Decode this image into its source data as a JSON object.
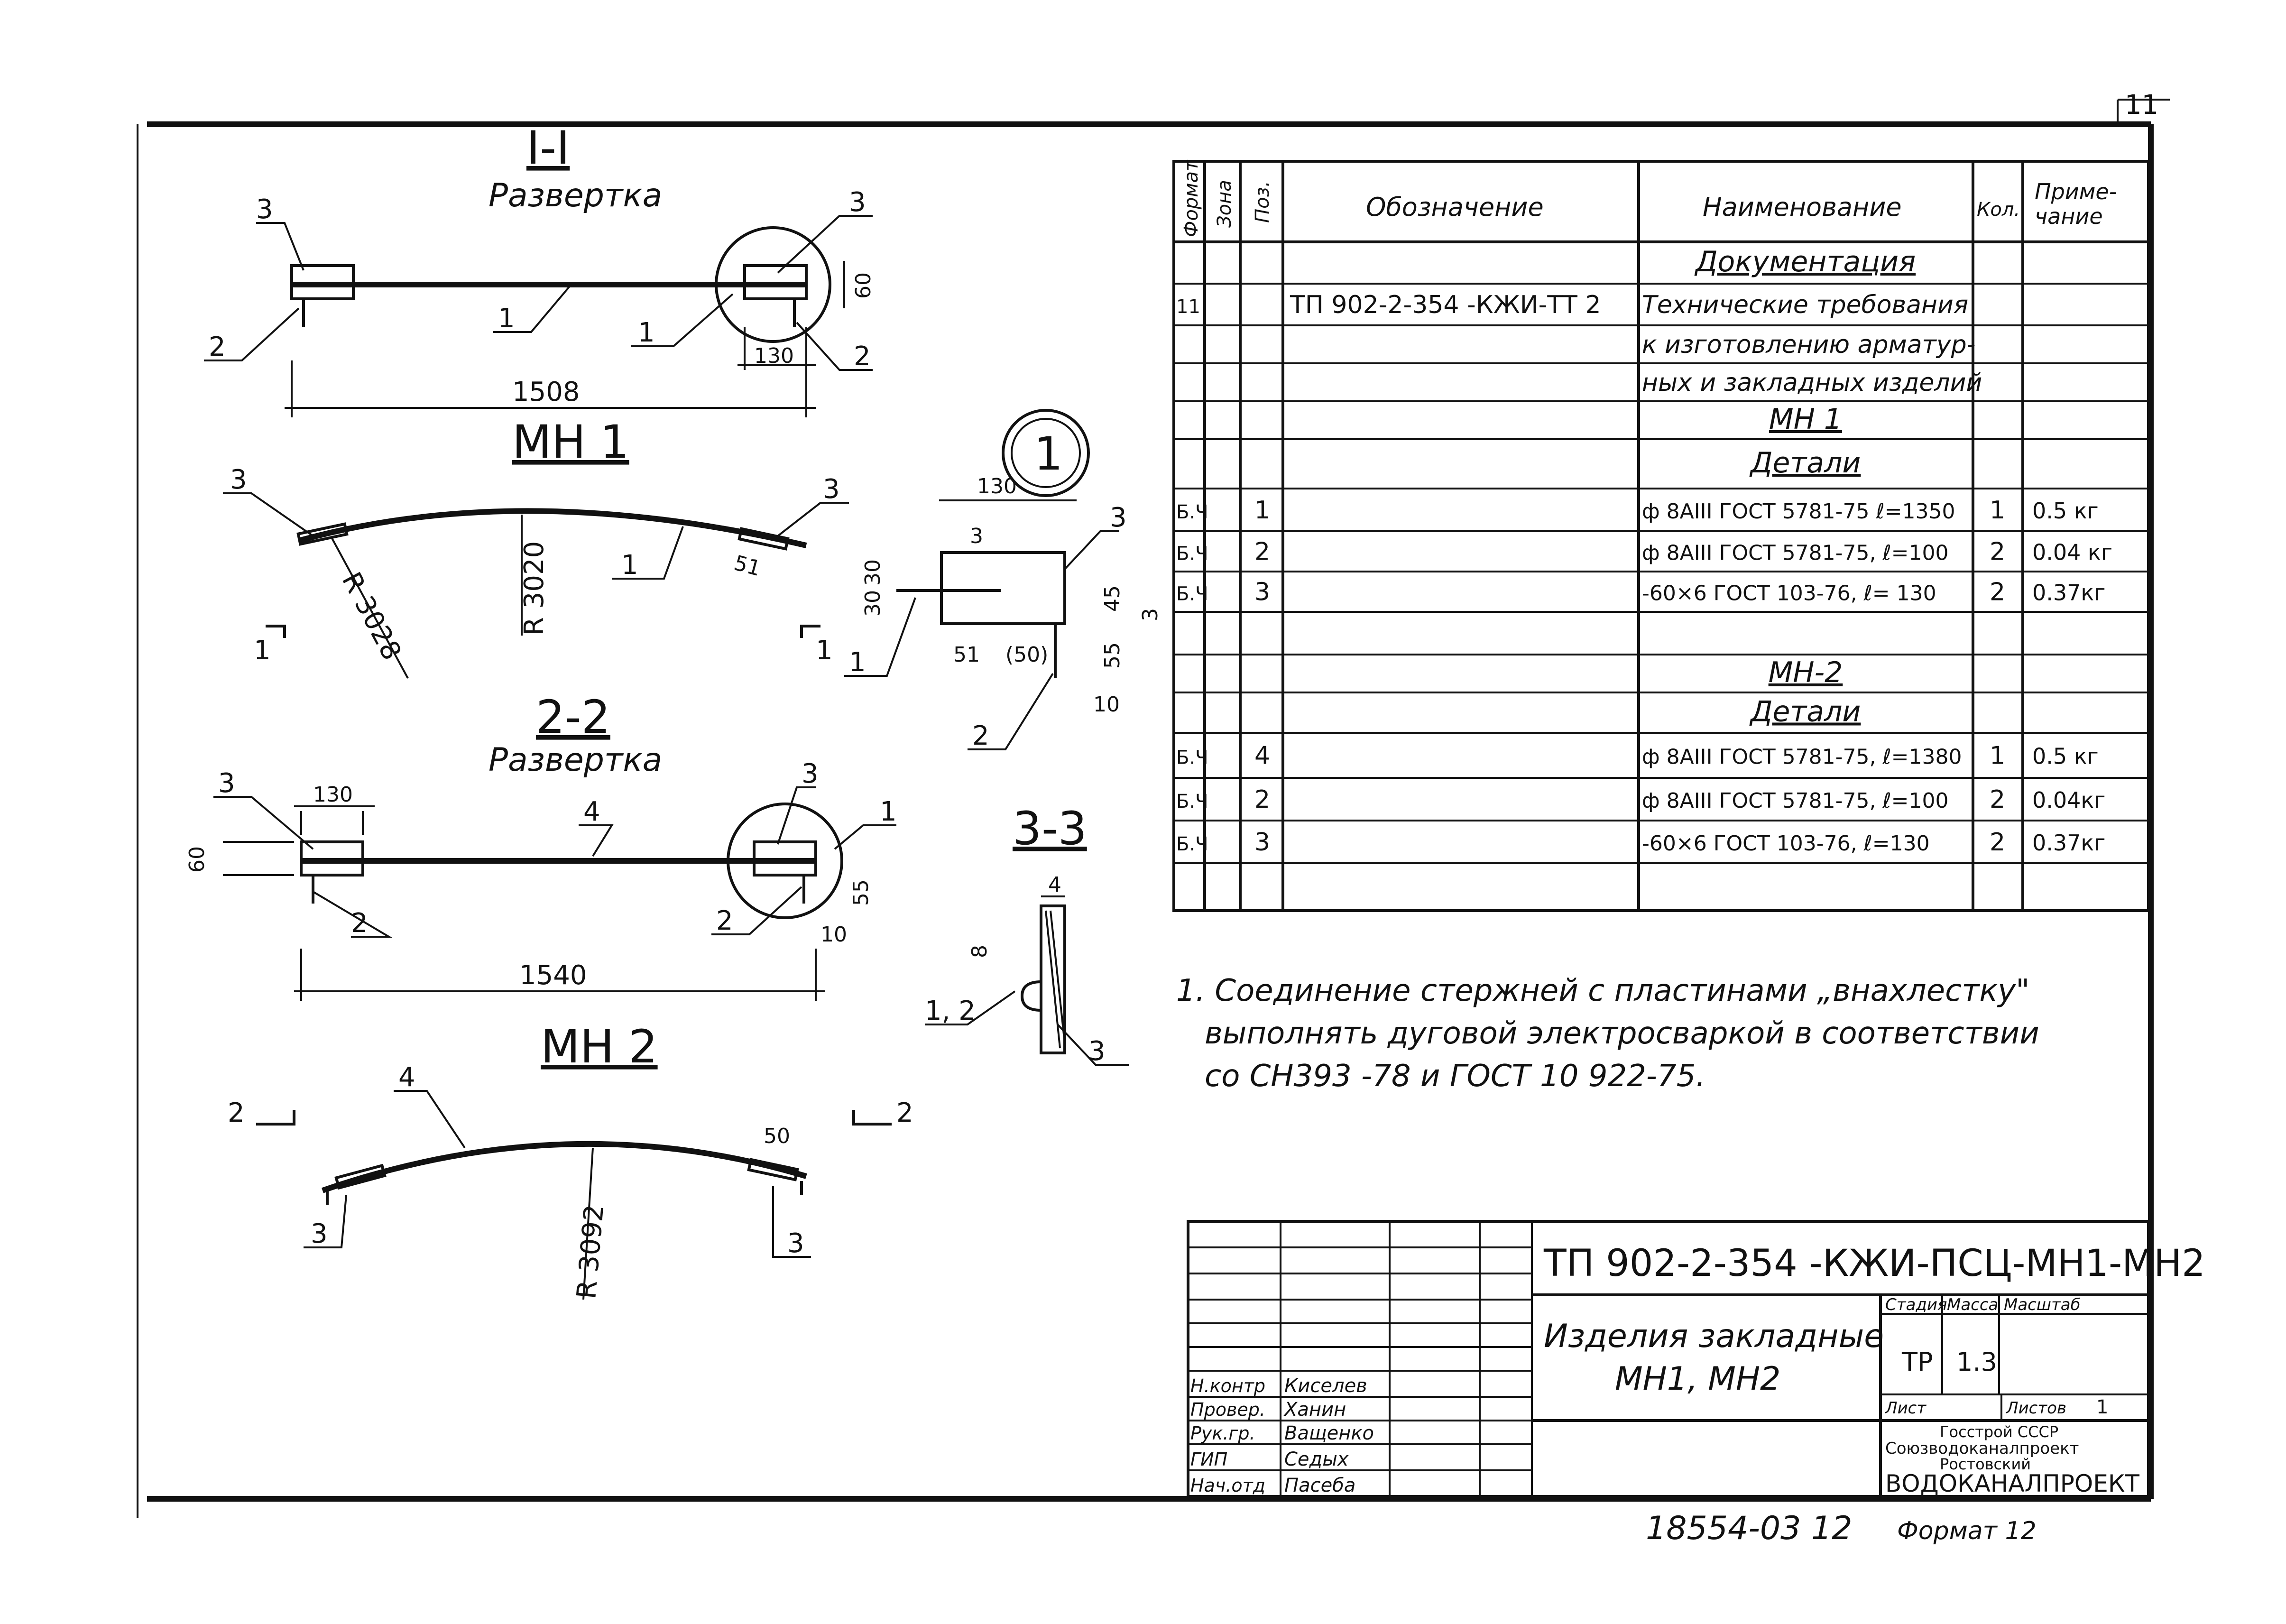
{
  "sheet_number": "11",
  "spec_table": {
    "headers": {
      "format": "Формат",
      "zone": "Зона",
      "pos": "Поз.",
      "designation": "Обозначение",
      "name": "Наименование",
      "qty": "Кол.",
      "note": "Приме-\nчание"
    },
    "rows": [
      {
        "format": "",
        "zone": "",
        "pos": "",
        "designation": "",
        "name": "Документация",
        "qty": "",
        "note": "",
        "heading": true
      },
      {
        "format": "11",
        "zone": "",
        "pos": "",
        "designation": "ТП 902-2-354   -КЖИ-ТТ 2",
        "name": "Технические требования",
        "qty": "",
        "note": ""
      },
      {
        "format": "",
        "zone": "",
        "pos": "",
        "designation": "",
        "name": "к изготовлению арматур-",
        "qty": "",
        "note": ""
      },
      {
        "format": "",
        "zone": "",
        "pos": "",
        "designation": "",
        "name": "ных и закладных изделий",
        "qty": "",
        "note": ""
      },
      {
        "format": "",
        "zone": "",
        "pos": "",
        "designation": "",
        "name": "МН 1",
        "qty": "",
        "note": "",
        "heading": true
      },
      {
        "format": "",
        "zone": "",
        "pos": "",
        "designation": "",
        "name": "Детали",
        "qty": "",
        "note": "",
        "heading": true
      },
      {
        "format": "Б.Ч",
        "zone": "",
        "pos": "1",
        "designation": "",
        "name": "ф 8АIII ГОСТ 5781-75 ℓ=1350",
        "qty": "1",
        "note": "0.5 кг"
      },
      {
        "format": "Б.Ч",
        "zone": "",
        "pos": "2",
        "designation": "",
        "name": "ф 8АIII ГОСТ 5781-75, ℓ=100",
        "qty": "2",
        "note": "0.04 кг"
      },
      {
        "format": "Б.Ч",
        "zone": "",
        "pos": "3",
        "designation": "",
        "name": "-60×6  ГОСТ 103-76,  ℓ= 130",
        "qty": "2",
        "note": "0.37кг"
      },
      {
        "format": "",
        "zone": "",
        "pos": "",
        "designation": "",
        "name": "",
        "qty": "",
        "note": ""
      },
      {
        "format": "",
        "zone": "",
        "pos": "",
        "designation": "",
        "name": "МН-2",
        "qty": "",
        "note": "",
        "heading": true
      },
      {
        "format": "",
        "zone": "",
        "pos": "",
        "designation": "",
        "name": "Детали",
        "qty": "",
        "note": "",
        "heading": true
      },
      {
        "format": "Б.Ч",
        "zone": "",
        "pos": "4",
        "designation": "",
        "name": "ф 8АIII ГОСТ 5781-75, ℓ=1380",
        "qty": "1",
        "note": "0.5 кг"
      },
      {
        "format": "Б.Ч",
        "zone": "",
        "pos": "2",
        "designation": "",
        "name": "ф 8АIII ГОСТ 5781-75, ℓ=100",
        "qty": "2",
        "note": "0.04кг"
      },
      {
        "format": "Б.Ч",
        "zone": "",
        "pos": "3",
        "designation": "",
        "name": "-60×6  ГОСТ 103-76,  ℓ=130",
        "qty": "2",
        "note": "0.37кг"
      },
      {
        "format": "",
        "zone": "",
        "pos": "",
        "designation": "",
        "name": "",
        "qty": "",
        "note": ""
      }
    ]
  },
  "notes": [
    "1. Соединение  стержней   с пластинами „внахлестку\"",
    "выполнять  дуговой  электросваркой  в соответствии",
    "со СН393 -78  и  ГОСТ  10 922-75."
  ],
  "drawings": {
    "section_1": {
      "title": "I-I",
      "subtitle": "Развертка",
      "dims": [
        "60",
        "130",
        "1508"
      ],
      "leaders": [
        "3",
        "3",
        "1",
        "1",
        "2",
        "2"
      ]
    },
    "mn1": {
      "title": "МН 1",
      "dims": [
        "R 3028",
        "R 3020",
        "51"
      ],
      "leaders": [
        "3",
        "3",
        "1"
      ],
      "cut_marks": [
        "1",
        "1"
      ]
    },
    "detail_1": {
      "title": "1",
      "dims": [
        "130",
        "30",
        "30",
        "45",
        "55",
        "51",
        "(50)",
        "10",
        "3"
      ],
      "leaders": [
        "3",
        "1",
        "2"
      ],
      "cut": "3"
    },
    "section_2": {
      "title": "2-2",
      "subtitle": "Развертка",
      "dims": [
        "130",
        "60",
        "55",
        "10",
        "1540"
      ],
      "leaders": [
        "3",
        "4",
        "3",
        "1",
        "2",
        "2"
      ]
    },
    "section_3": {
      "title": "3-3",
      "dims": [
        "4",
        "8"
      ],
      "leaders": [
        "1, 2",
        "3"
      ]
    },
    "mn2": {
      "title": "МН 2",
      "dims": [
        "50",
        "R 3092"
      ],
      "leaders": [
        "4",
        "3",
        "3"
      ],
      "cut_marks": [
        "2",
        "2"
      ]
    }
  },
  "title_block": {
    "code": "ТП 902-2-354  -КЖИ-ПСЦ-МН1-МН2",
    "title_line1": "Изделия  закладные",
    "title_line2": "МН1,  МН2",
    "stage_label": "Стадия",
    "mass_label": "Масса",
    "scale_label": "Масштаб",
    "stage": "ТР",
    "mass": "1.3",
    "sheet_label": "Лист",
    "sheets_label": "Листов",
    "sheets": "1",
    "org": [
      "Госстрой СССР",
      "Союзводоканалпроект",
      "Ростовский",
      "ВОДОКАНАЛПРОЕКТ"
    ],
    "signatures": [
      {
        "role": "Н.контр",
        "name": "Киселев"
      },
      {
        "role": "Провер.",
        "name": "Ханин"
      },
      {
        "role": "Рук.гр.",
        "name": "Ващенко"
      },
      {
        "role": "ГИП",
        "name": "Седых"
      },
      {
        "role": "Нач.отд",
        "name": "Пасеба"
      }
    ]
  },
  "footer": {
    "inventory": "18554-03  12",
    "format": "Формат 12"
  }
}
